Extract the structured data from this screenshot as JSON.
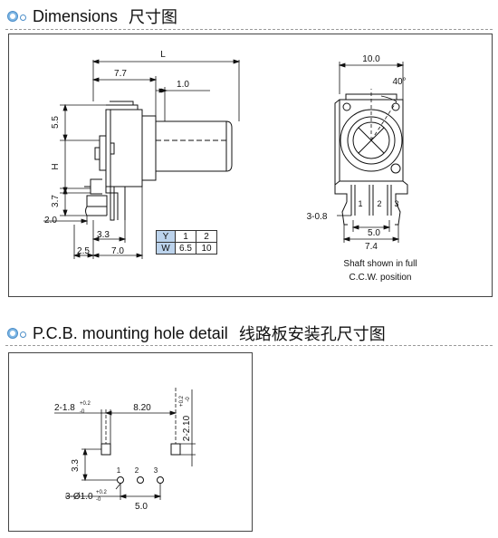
{
  "section1": {
    "title_en": "Dimensions",
    "title_cn": "尺寸图",
    "side_view": {
      "dim_L": "L",
      "dim_7_7": "7.7",
      "dim_1_0": "1.0",
      "dim_5_5": "5.5",
      "dim_H": "H",
      "dim_3_7": "3.7",
      "dim_2_0": "2.0",
      "dim_3_3": "3.3",
      "dim_2_5": "2.5",
      "dim_7_0": "7.0"
    },
    "yw_table": {
      "rows": [
        [
          "Y",
          "1",
          "2"
        ],
        [
          "W",
          "6.5",
          "10"
        ]
      ],
      "header_color": "#bcd3ec"
    },
    "front_view": {
      "dim_10_0": "10.0",
      "dim_angle": "40°",
      "pin_labels": [
        "1",
        "2",
        "3"
      ],
      "dim_3_0_8": "3-0.8",
      "dim_5_0": "5.0",
      "dim_7_4": "7.4",
      "note_line1": "Shaft shown in full",
      "note_line2": "C.C.W. position"
    }
  },
  "section2": {
    "title_en": "P.C.B. mounting hole detail",
    "title_cn": "线路板安装孔尺寸图",
    "labels": {
      "slot_w": "2-1.8",
      "slot_w_tol_top": "+0.2",
      "slot_w_tol_bot": "-0",
      "dim_8_20": "8.20",
      "slot_h": "2-2.10",
      "slot_h_tol_top": "+0.2",
      "slot_h_tol_bot": "-0",
      "dim_3_3": "3.3",
      "pins": [
        "1",
        "2",
        "3"
      ],
      "hole": "3-Ø1.0",
      "hole_tol_top": "+0.2",
      "hole_tol_bot": "-0",
      "dim_5_0": "5.0"
    }
  }
}
